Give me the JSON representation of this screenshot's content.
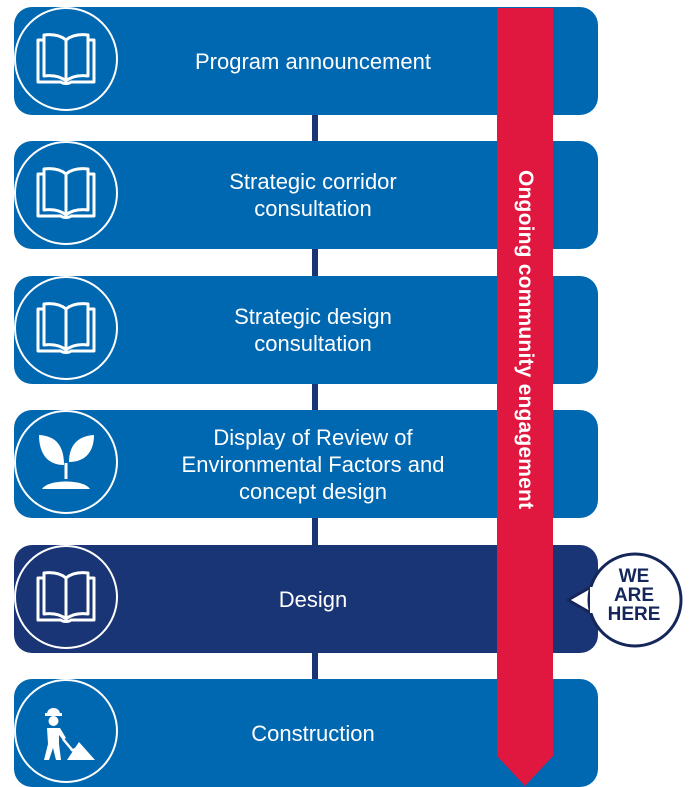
{
  "colors": {
    "stage": "#0067b1",
    "stage_current": "#1a3575",
    "banner": "#e0173f",
    "connector": "#1a3575",
    "badge_border": "#15265a"
  },
  "stages": [
    {
      "label": "Program announcement",
      "icon": "book-icon",
      "current": false
    },
    {
      "label": "Strategic corridor\nconsultation",
      "icon": "book-icon",
      "current": false
    },
    {
      "label": "Strategic design\nconsultation",
      "icon": "book-icon",
      "current": false
    },
    {
      "label": "Display of Review of\nEnvironmental Factors and\nconcept design",
      "icon": "plant-icon",
      "current": false
    },
    {
      "label": "Design",
      "icon": "book-icon",
      "current": true
    },
    {
      "label": "Construction",
      "icon": "worker-icon",
      "current": false
    }
  ],
  "banner": {
    "label": "Ongoing community engagement"
  },
  "badge": {
    "label": "WE\nARE\nHERE"
  }
}
